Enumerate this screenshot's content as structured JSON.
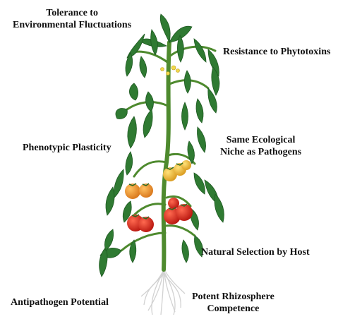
{
  "labels": {
    "tolerance": {
      "line1": "Tolerance to",
      "line2": "Environmental Fluctuations"
    },
    "phytotoxins": "Resistance to Phytotoxins",
    "plasticity": "Phenotypic Plasticity",
    "niche": {
      "line1": "Same Ecological",
      "line2": "Niche as Pathogens"
    },
    "natural_selection": "Natural Selection by Host",
    "antipathogen": "Antipathogen Potential",
    "rhizosphere": {
      "line1": "Potent Rhizosphere",
      "line2": "Competence"
    }
  },
  "illustration": {
    "subject": "tomato-plant",
    "colors": {
      "leaf": "#2f7a32",
      "leaf_dark": "#1f5a22",
      "stem": "#4e8a2e",
      "fruit_red": "#d9261c",
      "fruit_orange": "#e8911f",
      "fruit_yellow": "#e7b52a",
      "root": "#d9d9d9"
    }
  }
}
